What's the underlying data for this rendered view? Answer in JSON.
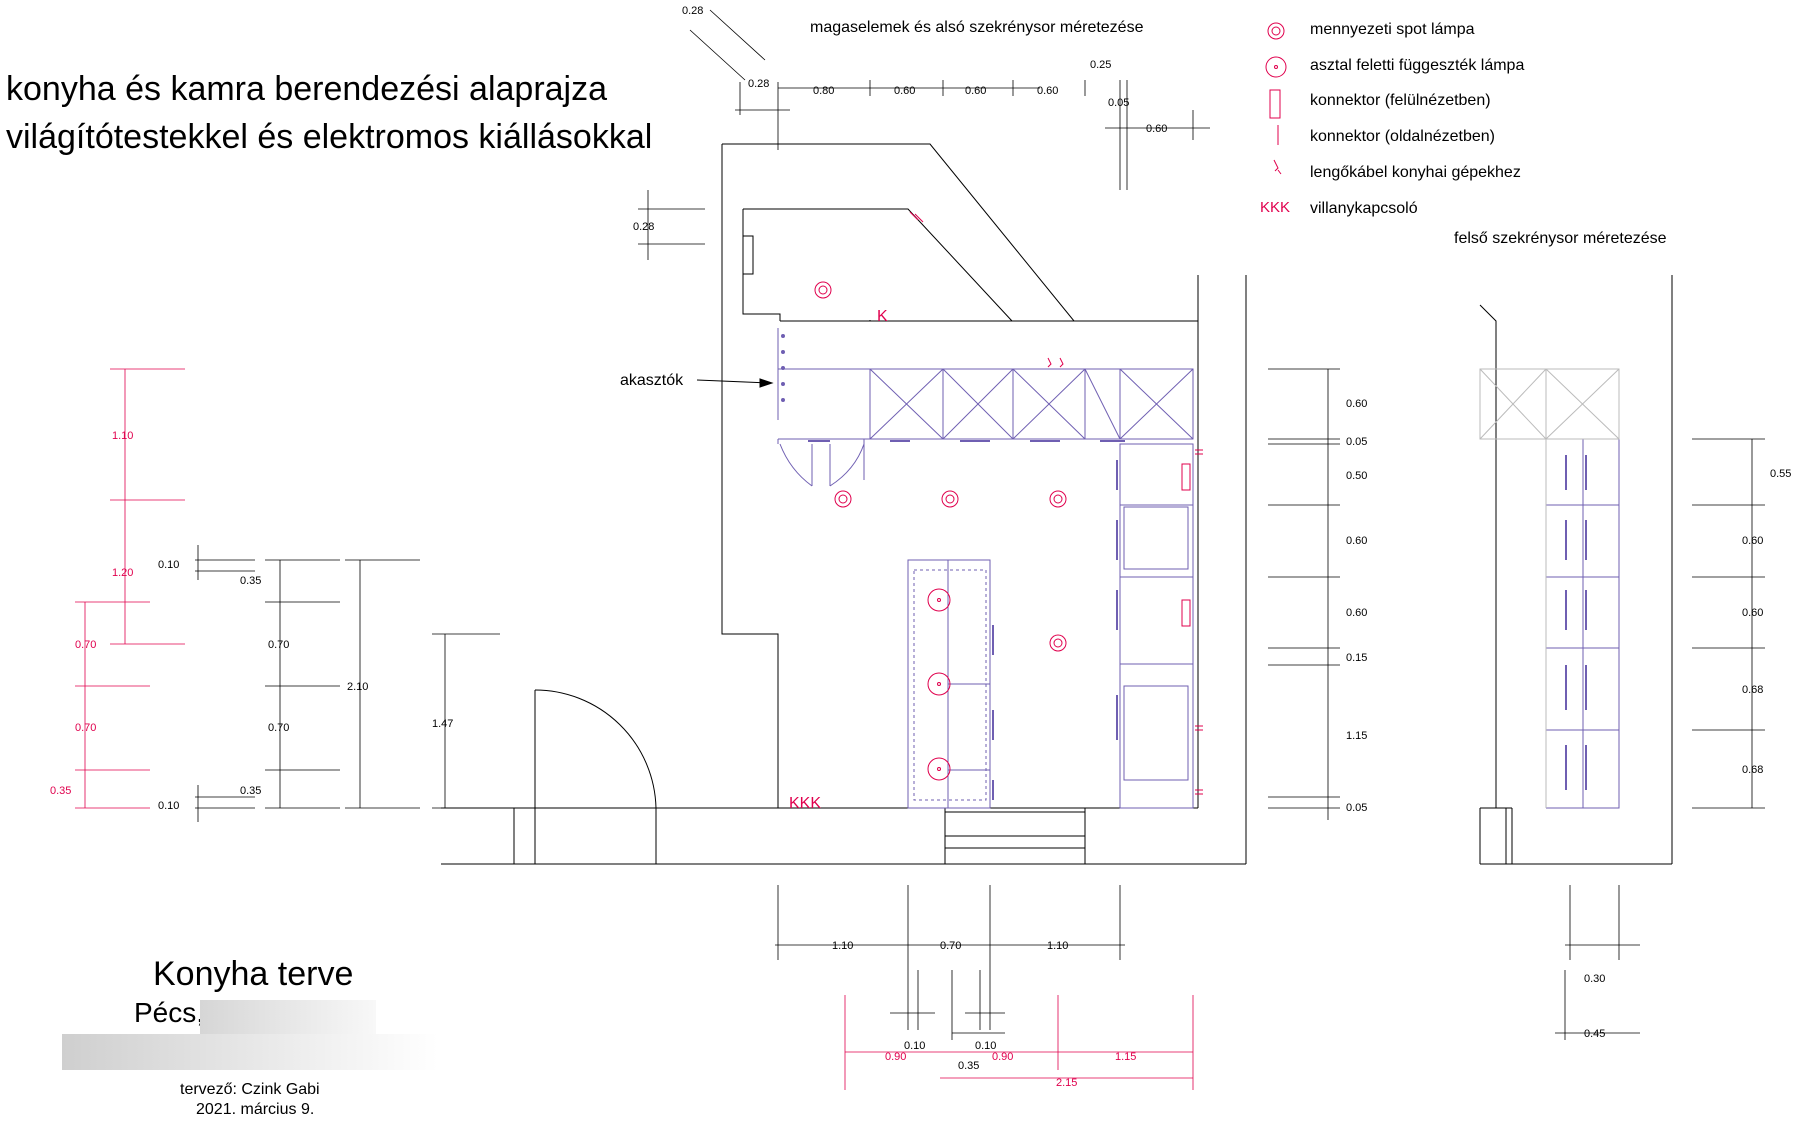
{
  "title": {
    "line1": "konyha és kamra berendezési alaprajza",
    "line2": "világítótestekkel és elektromos kiállásokkal"
  },
  "section_labels": {
    "tall_and_lower": "magaselemek és alsó szekrénysor méretezése",
    "upper": "felső szekrénysor méretezése",
    "hooks": "akasztók"
  },
  "legend": [
    {
      "icon": "ceiling-spot-icon",
      "label": "mennyezeti spot lámpa"
    },
    {
      "icon": "pendant-lamp-icon",
      "label": "asztal feletti függeszték lámpa"
    },
    {
      "icon": "connector-top-icon",
      "label": "konnektor (felülnézetben)"
    },
    {
      "icon": "connector-side-icon",
      "label": "konnektor (oldalnézetben)"
    },
    {
      "icon": "pendant-cable-icon",
      "label": "lengőkábel konyhai gépekhez"
    },
    {
      "icon": "light-switch-icon",
      "label": "villanykapcsoló"
    }
  ],
  "symbols": {
    "switch_single": "K",
    "switch_triple": "KKK",
    "legend_switch": "KKK"
  },
  "dims_top": [
    "0.28",
    "0.28",
    "0.80",
    "0.60",
    "0.60",
    "0.60",
    "0.25",
    "0.05",
    "0.60",
    "0.28"
  ],
  "dims_left_red": [
    "1.10",
    "1.20",
    "0.70",
    "0.70",
    "0.35"
  ],
  "dims_left_black": [
    "0.10",
    "0.35",
    "0.70",
    "0.70",
    "0.35",
    "0.10",
    "2.10",
    "1.47"
  ],
  "dims_right": [
    "0.60",
    "0.05",
    "0.50",
    "0.60",
    "0.60",
    "0.15",
    "1.15",
    "0.05"
  ],
  "dims_upper_right": [
    "0.55",
    "0.60",
    "0.60",
    "0.68",
    "0.68"
  ],
  "dims_bottom_black": [
    "1.10",
    "0.70",
    "1.10",
    "0.10",
    "0.10",
    "0.35"
  ],
  "dims_bottom_red": [
    "0.90",
    "0.90",
    "1.15",
    "2.15"
  ],
  "dims_upper_bottom": [
    "0.30",
    "0.45"
  ],
  "footer": {
    "plan_title": "Konyha terve",
    "place": "Pécs,",
    "designer": "tervező: Czink Gabi",
    "date": "2021. március 9."
  },
  "colors": {
    "accent": "#e0004d",
    "cabinet": "#6f5fb2",
    "line": "#000000",
    "grey": "#9a9a9a"
  }
}
